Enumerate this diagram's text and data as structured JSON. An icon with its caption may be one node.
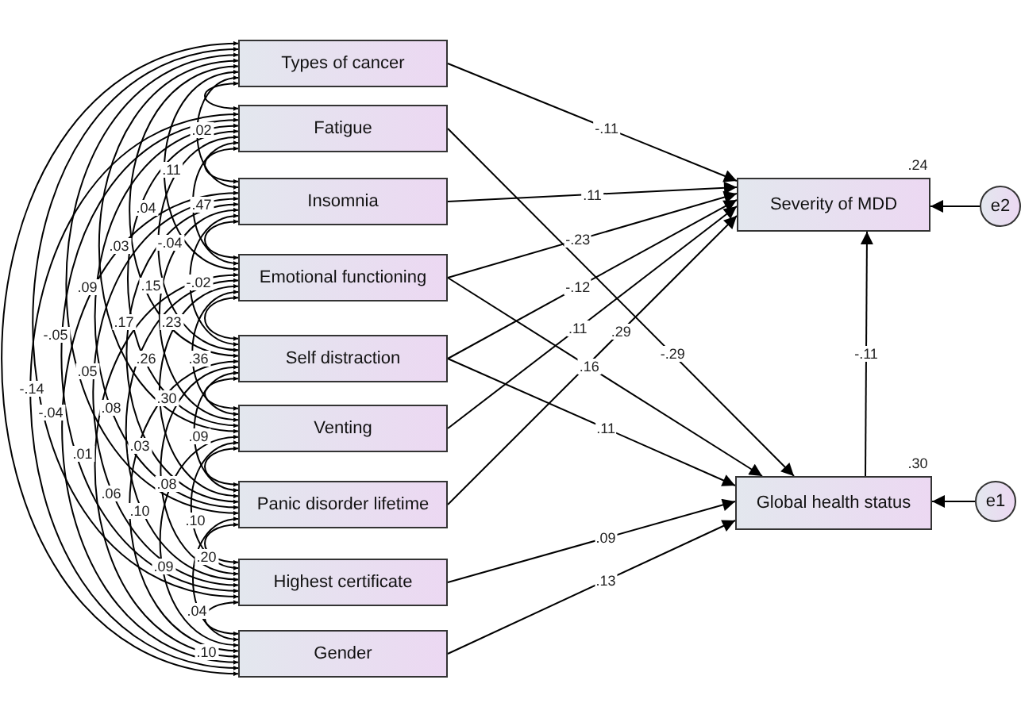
{
  "diagram": {
    "nodes": [
      {
        "text": [
          "Types of cancer"
        ]
      },
      {
        "text": [
          "Fatigue"
        ]
      },
      {
        "text": [
          "Insomnia"
        ]
      },
      {
        "text": [
          "Emotional functioning"
        ]
      },
      {
        "text": [
          "Self distraction"
        ]
      },
      {
        "text": [
          "Venting"
        ]
      },
      {
        "text": [
          "Panic disorder lifetime"
        ]
      },
      {
        "text": [
          "Highest certificate"
        ]
      },
      {
        "text": [
          "Gender"
        ]
      },
      {
        "text": [
          "Severity of MDD"
        ],
        "beside": [
          ".24"
        ]
      },
      {
        "text": [
          "Global health status"
        ],
        "beside": [
          ".30"
        ]
      },
      {
        "text": [
          "e2"
        ]
      },
      {
        "text": [
          "e1"
        ]
      }
    ],
    "edges": [
      {
        "from": 0,
        "to": 9,
        "arrow": "to",
        "label": "-.11"
      },
      {
        "from": 1,
        "to": 10,
        "arrow": "to",
        "label": "-.29"
      },
      {
        "from": 2,
        "to": 9,
        "arrow": "to",
        "label": ".11"
      },
      {
        "from": 3,
        "to": 9,
        "arrow": "to",
        "label": "-.23"
      },
      {
        "from": 3,
        "to": 10,
        "arrow": "to",
        "label": ".16"
      },
      {
        "from": 4,
        "to": 9,
        "arrow": "to",
        "label": "-.12"
      },
      {
        "from": 4,
        "to": 10,
        "arrow": "to",
        "label": ".11"
      },
      {
        "from": 5,
        "to": 9,
        "arrow": "to",
        "label": ".11"
      },
      {
        "from": 6,
        "to": 9,
        "arrow": "to",
        "label": ".29"
      },
      {
        "from": 7,
        "to": 10,
        "arrow": "to",
        "label": ".09"
      },
      {
        "from": 8,
        "to": 10,
        "arrow": "to",
        "label": ".13"
      },
      {
        "from": 10,
        "to": 9,
        "arrow": "to",
        "label": "-.11"
      },
      {
        "from": 11,
        "to": 9,
        "arrow": "to"
      },
      {
        "from": 12,
        "to": 10,
        "arrow": "to"
      },
      {
        "from": 0,
        "to": 1,
        "arrow": "both"
      },
      {
        "from": 0,
        "to": 2,
        "arrow": "both"
      },
      {
        "from": 0,
        "to": 3,
        "arrow": "both"
      },
      {
        "from": 0,
        "to": 4,
        "arrow": "both"
      },
      {
        "from": 0,
        "to": 5,
        "arrow": "both"
      },
      {
        "from": 0,
        "to": 6,
        "arrow": "both"
      },
      {
        "from": 0,
        "to": 7,
        "arrow": "both"
      },
      {
        "from": 0,
        "to": 8,
        "arrow": "both"
      },
      {
        "from": 1,
        "to": 2,
        "arrow": "both"
      },
      {
        "from": 1,
        "to": 3,
        "arrow": "both"
      },
      {
        "from": 1,
        "to": 4,
        "arrow": "both"
      },
      {
        "from": 1,
        "to": 5,
        "arrow": "both"
      },
      {
        "from": 1,
        "to": 6,
        "arrow": "both"
      },
      {
        "from": 1,
        "to": 7,
        "arrow": "both"
      },
      {
        "from": 1,
        "to": 8,
        "arrow": "both"
      },
      {
        "from": 2,
        "to": 3,
        "arrow": "both"
      },
      {
        "from": 2,
        "to": 4,
        "arrow": "both"
      },
      {
        "from": 2,
        "to": 5,
        "arrow": "both"
      },
      {
        "from": 2,
        "to": 6,
        "arrow": "both"
      },
      {
        "from": 2,
        "to": 7,
        "arrow": "both"
      },
      {
        "from": 2,
        "to": 8,
        "arrow": "both"
      },
      {
        "from": 3,
        "to": 4,
        "arrow": "both"
      },
      {
        "from": 3,
        "to": 5,
        "arrow": "both"
      },
      {
        "from": 3,
        "to": 6,
        "arrow": "both"
      },
      {
        "from": 3,
        "to": 7,
        "arrow": "both"
      },
      {
        "from": 3,
        "to": 8,
        "arrow": "both"
      },
      {
        "from": 4,
        "to": 5,
        "arrow": "both"
      },
      {
        "from": 4,
        "to": 6,
        "arrow": "both"
      },
      {
        "from": 4,
        "to": 7,
        "arrow": "both"
      },
      {
        "from": 4,
        "to": 8,
        "arrow": "both"
      },
      {
        "from": 5,
        "to": 6,
        "arrow": "both"
      },
      {
        "from": 5,
        "to": 7,
        "arrow": "both"
      },
      {
        "from": 5,
        "to": 8,
        "arrow": "both"
      },
      {
        "from": 6,
        "to": 7,
        "arrow": "both"
      },
      {
        "from": 6,
        "to": 8,
        "arrow": "both"
      },
      {
        "from": 7,
        "to": 8,
        "arrow": "both"
      }
    ],
    "labels": [
      ".02",
      ".11",
      ".04",
      ".47",
      ".03",
      "-.04",
      ".09",
      ".15",
      "-.02",
      ".17",
      ".23",
      "-.05",
      ".26",
      ".36",
      ".05",
      "-.14",
      ".30",
      ".08",
      "-.04",
      ".09",
      ".03",
      ".01",
      ".08",
      ".06",
      ".10",
      ".10",
      ".09",
      ".20",
      ".04",
      ".10"
    ]
  }
}
